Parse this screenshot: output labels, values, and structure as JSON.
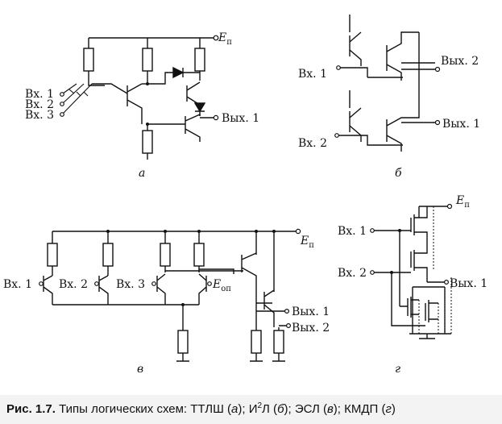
{
  "panels": {
    "a": {
      "letter": "а",
      "supply": "E",
      "supply_sub": "п",
      "inputs": [
        "Вх. 1",
        "Вх. 2",
        "Вх. 3"
      ],
      "output": "Вых. 1"
    },
    "b": {
      "letter": "б",
      "inputs": [
        "Вх. 1",
        "Вх. 2"
      ],
      "outputs": [
        "Вых. 2",
        "Вых. 1"
      ]
    },
    "v": {
      "letter": "в",
      "supply": "E",
      "supply_sub": "п",
      "inputs": [
        "Вх. 1",
        "Вх. 2",
        "Вх. 3"
      ],
      "reference": "E",
      "reference_sub": "оп",
      "outputs": [
        "Вых. 1",
        "Вых. 2"
      ]
    },
    "g": {
      "letter": "г",
      "supply": "E",
      "supply_sub": "п",
      "inputs": [
        "Вх. 1",
        "Вх. 2"
      ],
      "output": "Вых. 1"
    }
  },
  "caption": {
    "prefix": "Рис. 1.7.",
    "text": "Типы логических схем: ТТЛШ (",
    "a": "а",
    "sep1": "); И",
    "sup": "2",
    "sep2": "Л (",
    "b": "б",
    "sep3": "); ЭСЛ (",
    "v": "в",
    "sep4": "); КМДП (",
    "g": "г",
    "end": ")"
  }
}
